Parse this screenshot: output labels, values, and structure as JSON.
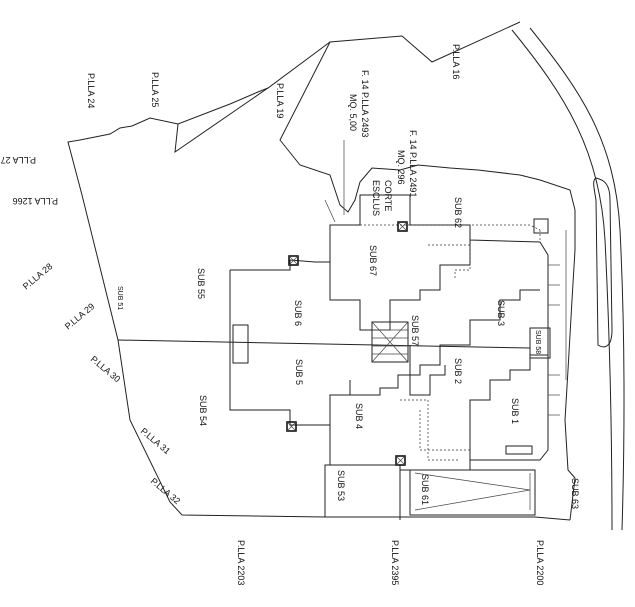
{
  "plan": {
    "parcels": [
      "P.LLA 16",
      "P.LLA 19",
      "P.LLA 25",
      "P.LLA 24",
      "P.LLA 27",
      "P.LLA 1266",
      "P.LLA 28",
      "P.LLA 29",
      "P.LLA 30",
      "P.LLA 31",
      "P.LLA 32",
      "P.LLA 2203",
      "P.LLA 2395",
      "P.LLA 2200",
      "F. 14 P.LLA 2491",
      "MQ. 296",
      "F. 14 P.LLA 2493",
      "MQ. 5,00"
    ],
    "subs": [
      "SUB 55",
      "SUB 54",
      "SUB 6",
      "SUB 5",
      "SUB 67",
      "SUB 57",
      "SUB 62",
      "SUB 3",
      "SUB 2",
      "SUB 1",
      "SUB 4",
      "SUB 53",
      "SUB 61",
      "SUB 63",
      "SUB 58",
      "SUB 51"
    ],
    "corte": [
      "CORTE",
      "ESCLUS"
    ]
  }
}
